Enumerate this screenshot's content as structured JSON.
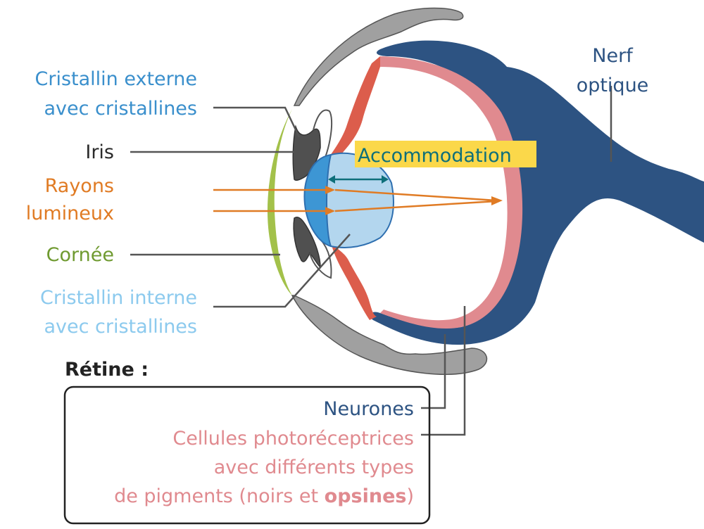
{
  "diagram": {
    "title": "Œil – structure",
    "labels": {
      "cristallin_externe": {
        "line1": "Cristallin externe",
        "line2": "avec cristallines",
        "color": "#3a8fcc"
      },
      "iris": {
        "text": "Iris",
        "color": "#2b2b2b"
      },
      "rayons": {
        "line1": "Rayons",
        "line2": "lumineux",
        "color": "#e07b24"
      },
      "cornee": {
        "text": "Cornée",
        "color": "#6f9a30"
      },
      "cristallin_interne": {
        "line1": "Cristallin interne",
        "line2": "avec cristallines",
        "color": "#8ccaee"
      },
      "nerf_optique": {
        "line1": "Nerf",
        "line2": "optique",
        "color": "#2d5382"
      },
      "accommodation": {
        "text": "Accommodation",
        "color": "#0e6f7a",
        "background": "#fbd84a"
      }
    },
    "retine": {
      "heading": "Rétine :",
      "neurones": {
        "text": "Neurones",
        "color": "#2d5382"
      },
      "photorecepteurs": {
        "line1": "Cellules photoréceptrices",
        "line2": "avec différents types",
        "line3_prefix": "de pigments (noirs et ",
        "line3_bold": "opsines",
        "line3_suffix": ")",
        "color": "#e08a8f"
      }
    },
    "colors": {
      "sclera_gray": "#a0a0a0",
      "iris_dark": "#505050",
      "cornea_green": "#a3c14a",
      "ciliary_red": "#dc5d4c",
      "retina_pink": "#e08a8f",
      "nerve_blue": "#2d5382",
      "lens_outer": "#3d96d4",
      "lens_inner": "#b3d6ee",
      "ray_orange": "#e07b24",
      "leader_gray": "#555555"
    }
  }
}
